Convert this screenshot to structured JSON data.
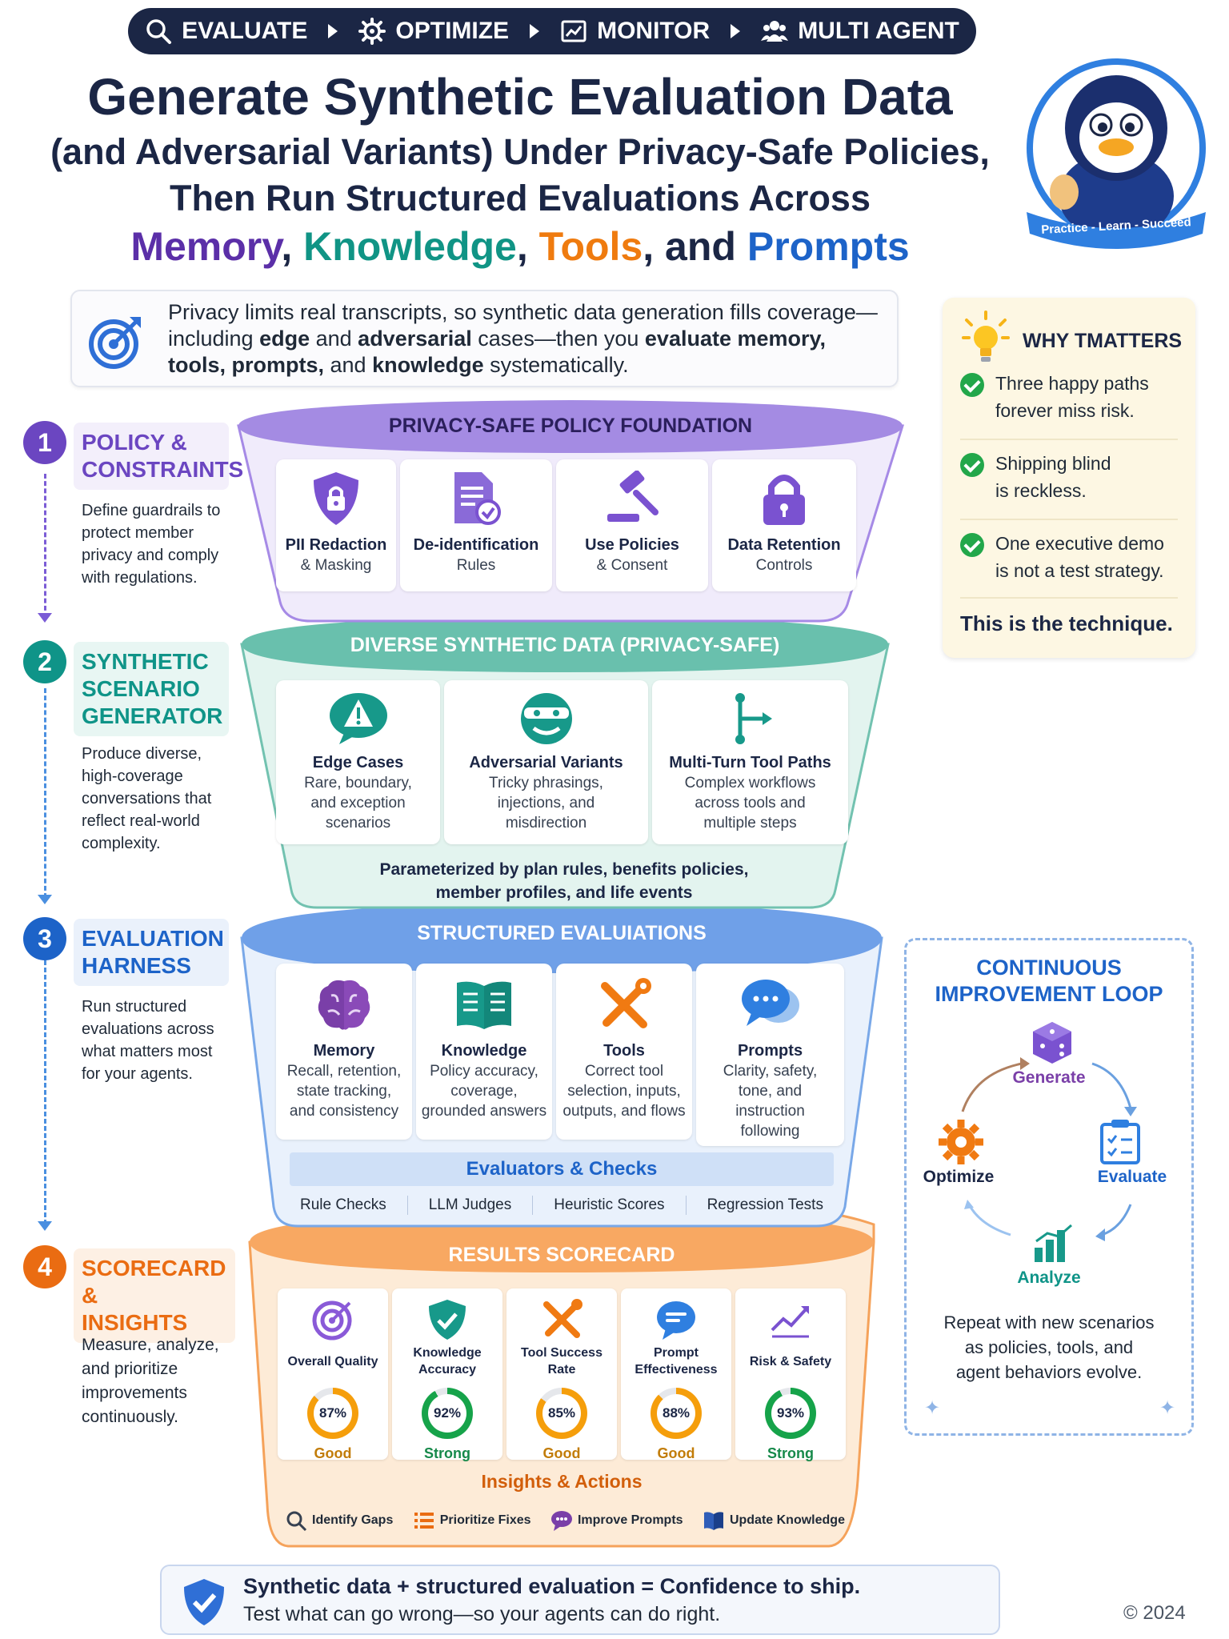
{
  "nav": {
    "items": [
      {
        "label": "EVALUATE",
        "icon": "search-icon"
      },
      {
        "label": "OPTIMIZE",
        "icon": "gear-icon"
      },
      {
        "label": "MONITOR",
        "icon": "monitor-chart-icon"
      },
      {
        "label": "MULTI AGENT",
        "icon": "people-icon"
      }
    ]
  },
  "title": {
    "line1": "Generate Synthetic Evaluation Data",
    "line2": "(and Adversarial Variants) Under Privacy-Safe Policies,",
    "line3": "Then Run Structured Evaluations Across",
    "line4": {
      "w1": "Memory",
      "sep1": ", ",
      "w2": "Knowledge",
      "sep2": ", ",
      "w3": "Tools",
      "sep3": ", and ",
      "w4": "Prompts"
    }
  },
  "mascot": {
    "badge_text": "Practice - Learn - Succeed"
  },
  "intro": {
    "p1": "Privacy limits real transcripts, so synthetic data generation fills coverage—including ",
    "b1": "edge",
    "p2": " and ",
    "b2": "adversarial",
    "p3": " cases—then you ",
    "b3": "evaluate memory,",
    "p4": " ",
    "b4": "tools, prompts,",
    "p5": " and ",
    "b5": "knowledge",
    "p6": " systematically."
  },
  "why": {
    "title": "WHY TMATTERS",
    "items": [
      {
        "l1": "Three happy paths",
        "l2": "forever miss risk."
      },
      {
        "l1": "Shipping blind",
        "l2": "is reckless."
      },
      {
        "l1": "One executive demo",
        "l2": "is not a test strategy."
      }
    ],
    "closing": "This is the technique."
  },
  "steps": [
    {
      "num": "1",
      "t1": "POLICY &",
      "t2": "CONSTRAINTS",
      "t3": "",
      "desc": [
        "Define guardrails to",
        "protect member",
        "privacy and comply",
        "with regulations."
      ],
      "color": "#6b46c1"
    },
    {
      "num": "2",
      "t1": "SYNTHETIC",
      "t2": "SCENARIO",
      "t3": "GENERATOR",
      "desc": [
        "Produce diverse,",
        "high-coverage",
        "conversations that",
        "reflect real-world",
        "complexity."
      ],
      "color": "#0f9488"
    },
    {
      "num": "3",
      "t1": "EVALUATION",
      "t2": "HARNESS",
      "t3": "",
      "desc": [
        "Run structured",
        "evaluations across",
        "what matters most",
        "for your agents."
      ],
      "color": "#1d63c8"
    },
    {
      "num": "4",
      "t1": "SCORECARD &",
      "t2": "INSIGHTS",
      "t3": "",
      "desc": [
        "Measure, analyze,",
        "and prioritize",
        "improvements",
        "continuously."
      ],
      "color": "#ea6c12"
    }
  ],
  "layer1": {
    "title": "PRIVACY-SAFE POLICY FOUNDATION",
    "cards": [
      {
        "t": "PII Redaction",
        "d": "& Masking",
        "icon": "shield-lock-icon"
      },
      {
        "t": "De-identification",
        "d": "Rules",
        "icon": "document-check-icon"
      },
      {
        "t": "Use Policies",
        "d": "& Consent",
        "icon": "gavel-icon"
      },
      {
        "t": "Data Retention",
        "d": "Controls",
        "icon": "padlock-icon"
      }
    ]
  },
  "layer2": {
    "title": "DIVERSE SYNTHETIC DATA (PRIVACY-SAFE)",
    "cards": [
      {
        "t": "Edge Cases",
        "d": [
          "Rare, boundary,",
          "and exception",
          "scenarios"
        ],
        "icon": "warning-bubble-icon"
      },
      {
        "t": "Adversarial Variants",
        "d": [
          "Tricky phrasings,",
          "injections, and",
          "misdirection"
        ],
        "icon": "masked-face-icon"
      },
      {
        "t": "Multi-Turn Tool Paths",
        "d": [
          "Complex workflows",
          "across tools and",
          "multiple steps"
        ],
        "icon": "branch-path-icon"
      }
    ],
    "footer1": "Parameterized by plan rules, benefits policies,",
    "footer2": "member profiles, and life events"
  },
  "layer3": {
    "title": "STRUCTURED EVALUIATIONS",
    "cards": [
      {
        "t": "Memory",
        "d": [
          "Recall, retention,",
          "state tracking,",
          "and consistency"
        ],
        "icon": "brain-icon"
      },
      {
        "t": "Knowledge",
        "d": [
          "Policy accuracy,",
          "coverage,",
          "grounded answers"
        ],
        "icon": "open-book-icon"
      },
      {
        "t": "Tools",
        "d": [
          "Correct tool",
          "selection, inputs,",
          "outputs, and flows"
        ],
        "icon": "wrench-screwdriver-icon"
      },
      {
        "t": "Prompts",
        "d": [
          "Clarity, safety,",
          "tone, and",
          "instruction",
          "following"
        ],
        "icon": "chat-bubbles-icon"
      }
    ],
    "band": "Evaluators & Checks",
    "checks": [
      "Rule Checks",
      "LLM Judges",
      "Heuristic Scores",
      "Regression Tests"
    ]
  },
  "layer4": {
    "title": "RESULTS SCORECARD",
    "cards": [
      {
        "t1": "Overall Quality",
        "t2": "",
        "value": 87,
        "label": "Good",
        "icon": "target-icon",
        "color": "#f59e0b"
      },
      {
        "t1": "Knowledge",
        "t2": "Accuracy",
        "value": 92,
        "label": "Strong",
        "icon": "shield-check-icon",
        "color": "#16a34a"
      },
      {
        "t1": "Tool Success",
        "t2": "Rate",
        "value": 85,
        "label": "Good",
        "icon": "tools-icon",
        "color": "#f59e0b"
      },
      {
        "t1": "Prompt",
        "t2": "Effectiveness",
        "value": 88,
        "label": "Good",
        "icon": "chat-icon",
        "color": "#f59e0b"
      },
      {
        "t1": "Risk & Safety",
        "t2": "",
        "value": 93,
        "label": "Strong",
        "icon": "trend-chart-icon",
        "color": "#16a34a"
      }
    ],
    "insights_title": "Insights & Actions",
    "actions": [
      {
        "label": "Identify Gaps",
        "icon": "magnifier-icon"
      },
      {
        "label": "Prioritize Fixes",
        "icon": "list-icon"
      },
      {
        "label": "Improve Prompts",
        "icon": "message-icon"
      },
      {
        "label": "Update Knowledge",
        "icon": "book-icon"
      }
    ]
  },
  "loop": {
    "title1": "CONTINUOUS",
    "title2": "IMPROVEMENT LOOP",
    "generate": "Generate",
    "evaluate": "Evaluate",
    "analyze": "Analyze",
    "optimize": "Optimize",
    "desc": [
      "Repeat with new scenarios",
      "as policies, tools, and",
      "agent behaviors evolve."
    ]
  },
  "bottom": {
    "bold": "Synthetic data + structured evaluation = Confidence to ship.",
    "sub": "Test what can go wrong—so your agents can do right."
  },
  "copyright": "© 2024",
  "colors": {
    "purple": "#6b46c1",
    "teal": "#0f9488",
    "blue": "#1d63c8",
    "orange": "#ea6c12",
    "navy": "#1b2645"
  }
}
